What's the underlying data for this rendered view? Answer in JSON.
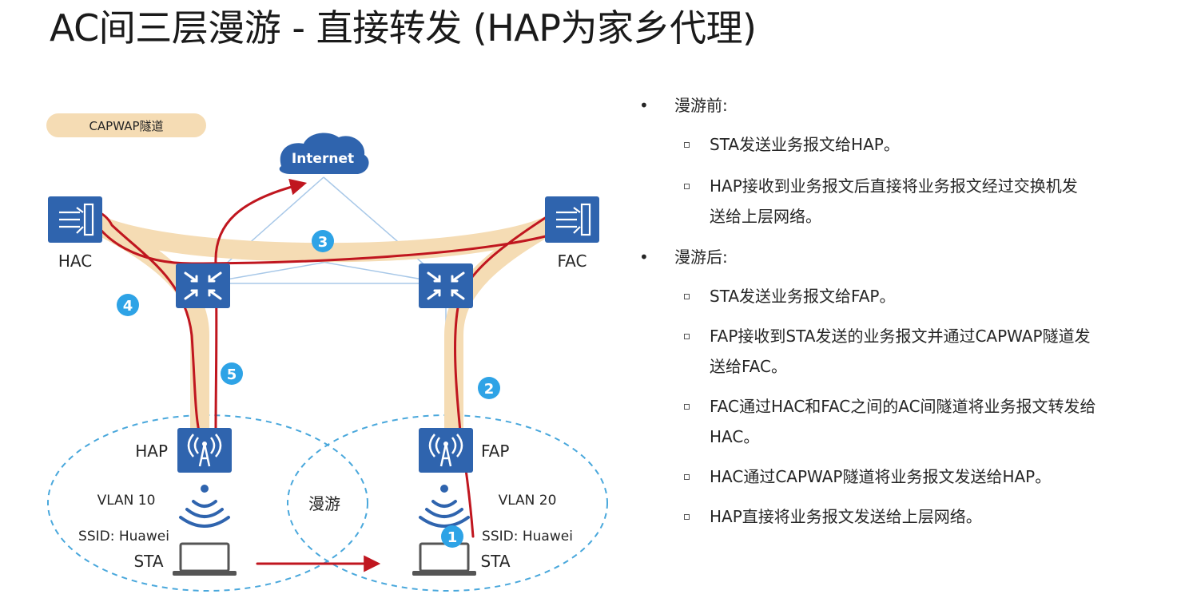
{
  "title": "AC间三层漫游 - 直接转发 (HAP为家乡代理)",
  "legend": {
    "label": "CAPWAP隧道"
  },
  "diagram": {
    "internet_label": "Internet",
    "hac_label": "HAC",
    "fac_label": "FAC",
    "hap_label": "HAP",
    "fap_label": "FAP",
    "vlan_left": "VLAN 10",
    "vlan_right": "VLAN 20",
    "ssid_left": "SSID: Huawei",
    "ssid_right": "SSID: Huawei",
    "sta_left": "STA",
    "sta_right": "STA",
    "roam_label": "漫游",
    "steps": [
      "1",
      "2",
      "3",
      "4",
      "5"
    ]
  },
  "colors": {
    "device_blue": "#2f64ae",
    "path_red": "#c0161f",
    "tunnel_beige": "#f5dcb4",
    "badge_blue": "#2ea3e6",
    "link_blue": "#a8c8e8",
    "dash_blue": "#4aa8dc"
  },
  "icons": {
    "ac": "access-controller-icon",
    "switch": "core-switch-icon",
    "ap": "access-point-icon",
    "cloud": "cloud-icon",
    "laptop": "laptop-icon",
    "wifi": "wifi-signal-icon"
  },
  "sections": [
    {
      "heading": "漫游前:",
      "items": [
        {
          "lines": [
            "STA发送业务报文给HAP。"
          ]
        },
        {
          "lines": [
            "HAP接收到业务报文后直接将业务报文经过交换机发",
            "送给上层网络。"
          ]
        }
      ]
    },
    {
      "heading": "漫游后:",
      "items": [
        {
          "lines": [
            "STA发送业务报文给FAP。"
          ]
        },
        {
          "lines": [
            "FAP接收到STA发送的业务报文并通过CAPWAP隧道发",
            "送给FAC。"
          ]
        },
        {
          "lines": [
            "FAC通过HAC和FAC之间的AC间隧道将业务报文转发给",
            "HAC。"
          ]
        },
        {
          "lines": [
            "HAC通过CAPWAP隧道将业务报文发送给HAP。"
          ]
        },
        {
          "lines": [
            "HAP直接将业务报文发送给上层网络。"
          ]
        }
      ]
    }
  ]
}
